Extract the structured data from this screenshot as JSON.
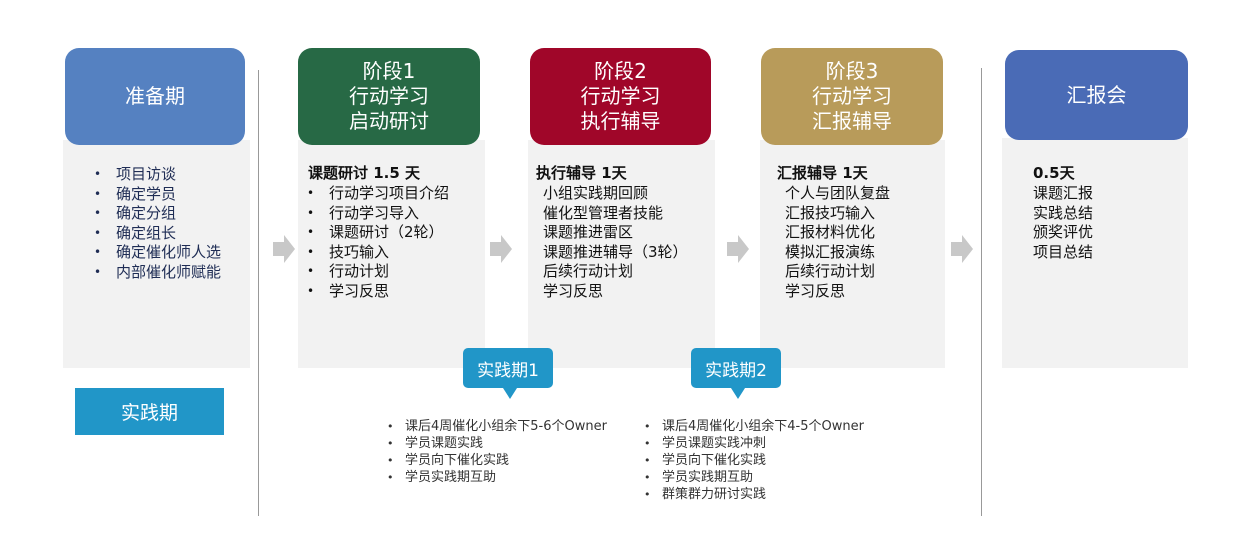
{
  "stages": [
    {
      "title_lines": [
        "准备期"
      ],
      "color": "#5581c1",
      "items": [
        "项目访谈",
        "确定学员",
        "确定分组",
        "确定组长",
        "确定催化师人选",
        "内部催化师赋能"
      ]
    },
    {
      "title_lines": [
        "阶段1",
        "行动学习",
        "启动研讨"
      ],
      "color": "#276945",
      "heading": "课题研讨 1.5 天",
      "items": [
        "行动学习项目介绍",
        "行动学习导入",
        "课题研讨（2轮）",
        "技巧输入",
        "行动计划",
        "学习反思"
      ]
    },
    {
      "title_lines": [
        "阶段2",
        "行动学习",
        "执行辅导"
      ],
      "color": "#a00629",
      "heading": "执行辅导 1天",
      "items": [
        "小组实践期回顾",
        "催化型管理者技能",
        "课题推进雷区",
        "课题推进辅导（3轮）",
        "后续行动计划",
        "学习反思"
      ]
    },
    {
      "title_lines": [
        "阶段3",
        "行动学习",
        "汇报辅导"
      ],
      "color": "#b89b5a",
      "heading": "汇报辅导 1天",
      "items": [
        "个人与团队复盘",
        "汇报技巧输入",
        "汇报材料优化",
        "模拟汇报演练",
        "后续行动计划",
        "学习反思"
      ]
    },
    {
      "title_lines": [
        "汇报会"
      ],
      "color": "#4a6bb6",
      "heading": "0.5天",
      "items": [
        "课题汇报",
        "实践总结",
        "颁奖评优",
        "项目总结"
      ]
    }
  ],
  "practice_label": "实践期",
  "practice": [
    {
      "label": "实践期1",
      "items": [
        "课后4周催化小组余下5-6个Owner",
        "学员课题实践",
        "学员向下催化实践",
        "学员实践期互助"
      ]
    },
    {
      "label": "实践期2",
      "items": [
        "课后4周催化小组余下4-5个Owner",
        "学员课题实践冲刺",
        "学员向下催化实践",
        "学员实践期互助",
        "群策群力研讨实践"
      ]
    }
  ]
}
